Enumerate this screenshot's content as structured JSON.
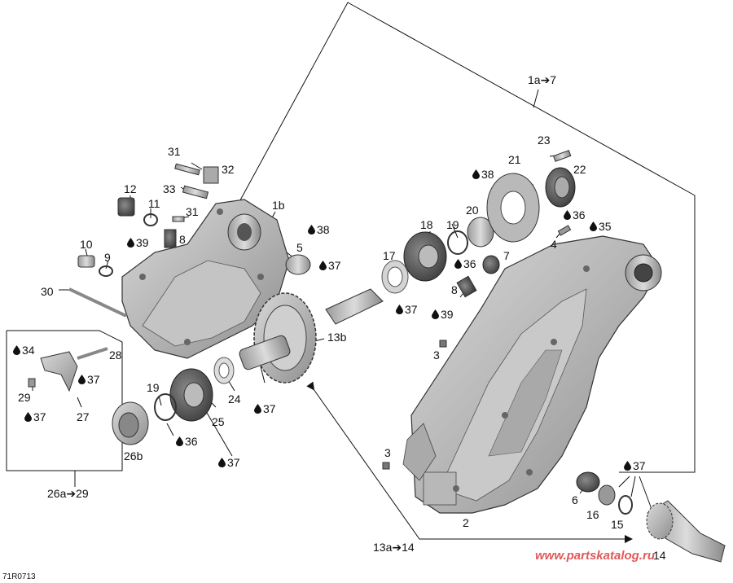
{
  "diagram": {
    "watermark": "www.partskatalog.ru",
    "drawing_code": "71R0713",
    "callouts": [
      {
        "id": "c-1a7",
        "text": "1a➔7",
        "oil": false
      },
      {
        "id": "c-23",
        "text": "23",
        "oil": false
      },
      {
        "id": "c-21",
        "text": "21",
        "oil": false
      },
      {
        "id": "c-22",
        "text": "22",
        "oil": false
      },
      {
        "id": "c-38a",
        "text": "38",
        "oil": true
      },
      {
        "id": "c-36a",
        "text": "36",
        "oil": true
      },
      {
        "id": "c-35",
        "text": "35",
        "oil": true
      },
      {
        "id": "c-20",
        "text": "20",
        "oil": false
      },
      {
        "id": "c-18",
        "text": "18",
        "oil": false
      },
      {
        "id": "c-19a",
        "text": "19",
        "oil": false
      },
      {
        "id": "c-4",
        "text": "4",
        "oil": false
      },
      {
        "id": "c-17",
        "text": "17",
        "oil": false
      },
      {
        "id": "c-36b",
        "text": "36",
        "oil": true
      },
      {
        "id": "c-7",
        "text": "7",
        "oil": false
      },
      {
        "id": "c-8a",
        "text": "8",
        "oil": false
      },
      {
        "id": "c-37a",
        "text": "37",
        "oil": true
      },
      {
        "id": "c-39a",
        "text": "39",
        "oil": true
      },
      {
        "id": "c-3a",
        "text": "3",
        "oil": false
      },
      {
        "id": "c-31a",
        "text": "31",
        "oil": false
      },
      {
        "id": "c-32",
        "text": "32",
        "oil": false
      },
      {
        "id": "c-33",
        "text": "33",
        "oil": false
      },
      {
        "id": "c-12",
        "text": "12",
        "oil": false
      },
      {
        "id": "c-11",
        "text": "11",
        "oil": false
      },
      {
        "id": "c-1b",
        "text": "1b",
        "oil": false
      },
      {
        "id": "c-31b",
        "text": "31",
        "oil": false
      },
      {
        "id": "c-38b",
        "text": "38",
        "oil": true
      },
      {
        "id": "c-39b",
        "text": "39",
        "oil": true
      },
      {
        "id": "c-8b",
        "text": "8",
        "oil": false
      },
      {
        "id": "c-5",
        "text": "5",
        "oil": false
      },
      {
        "id": "c-37b",
        "text": "37",
        "oil": true
      },
      {
        "id": "c-10",
        "text": "10",
        "oil": false
      },
      {
        "id": "c-9",
        "text": "9",
        "oil": false
      },
      {
        "id": "c-30",
        "text": "30",
        "oil": false
      },
      {
        "id": "c-13b",
        "text": "13b",
        "oil": false
      },
      {
        "id": "c-34",
        "text": "34",
        "oil": true
      },
      {
        "id": "c-28",
        "text": "28",
        "oil": false
      },
      {
        "id": "c-37c",
        "text": "37",
        "oil": true
      },
      {
        "id": "c-29",
        "text": "29",
        "oil": false
      },
      {
        "id": "c-37d",
        "text": "37",
        "oil": true
      },
      {
        "id": "c-27",
        "text": "27",
        "oil": false
      },
      {
        "id": "c-19b",
        "text": "19",
        "oil": false
      },
      {
        "id": "c-24",
        "text": "24",
        "oil": false
      },
      {
        "id": "c-37e",
        "text": "37",
        "oil": true
      },
      {
        "id": "c-25",
        "text": "25",
        "oil": false
      },
      {
        "id": "c-36c",
        "text": "36",
        "oil": true
      },
      {
        "id": "c-26b",
        "text": "26b",
        "oil": false
      },
      {
        "id": "c-37f",
        "text": "37",
        "oil": true
      },
      {
        "id": "c-26a29",
        "text": "26a➔29",
        "oil": false
      },
      {
        "id": "c-3b",
        "text": "3",
        "oil": false
      },
      {
        "id": "c-37g",
        "text": "37",
        "oil": true
      },
      {
        "id": "c-6",
        "text": "6",
        "oil": false
      },
      {
        "id": "c-16",
        "text": "16",
        "oil": false
      },
      {
        "id": "c-15",
        "text": "15",
        "oil": false
      },
      {
        "id": "c-2",
        "text": "2",
        "oil": false
      },
      {
        "id": "c-13a14",
        "text": "13a➔14",
        "oil": false
      },
      {
        "id": "c-14",
        "text": "14",
        "oil": false
      }
    ]
  }
}
